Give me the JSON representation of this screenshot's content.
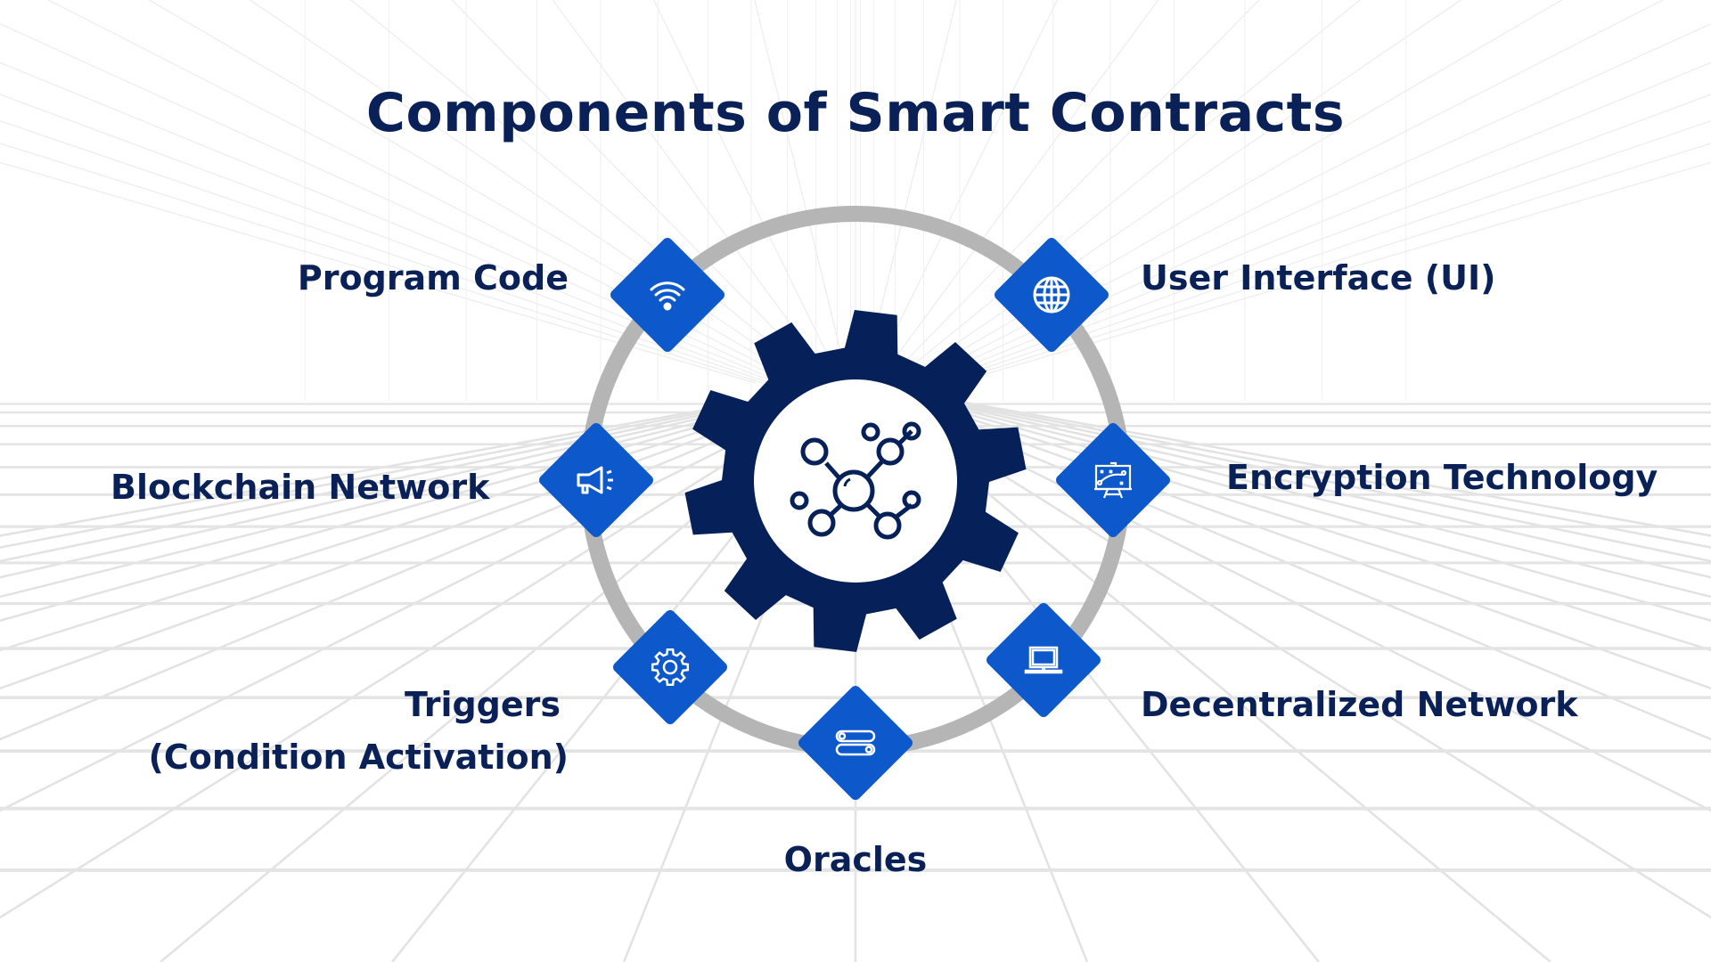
{
  "title": "Components of Smart Contracts",
  "components": [
    {
      "label": "Program Code",
      "icon": "wifi-icon"
    },
    {
      "label": "User Interface (UI)",
      "icon": "globe-icon"
    },
    {
      "label": "Blockchain Network",
      "icon": "megaphone-icon"
    },
    {
      "label": "Encryption Technology",
      "icon": "strategy-board-icon"
    },
    {
      "label_line1": "Triggers",
      "label_line2": "(Condition Activation)",
      "icon": "gear-icon"
    },
    {
      "label": "Decentralized Network",
      "icon": "laptop-icon"
    },
    {
      "label": "Oracles",
      "icon": "toggle-switch-icon"
    }
  ],
  "center_icon": "network-nodes-icon",
  "colors": {
    "title": "#0a2157",
    "gear": "#06215a",
    "diamond": "#0d58cb",
    "ring": "#b5b5b5",
    "grid": "#e4e4e4"
  }
}
